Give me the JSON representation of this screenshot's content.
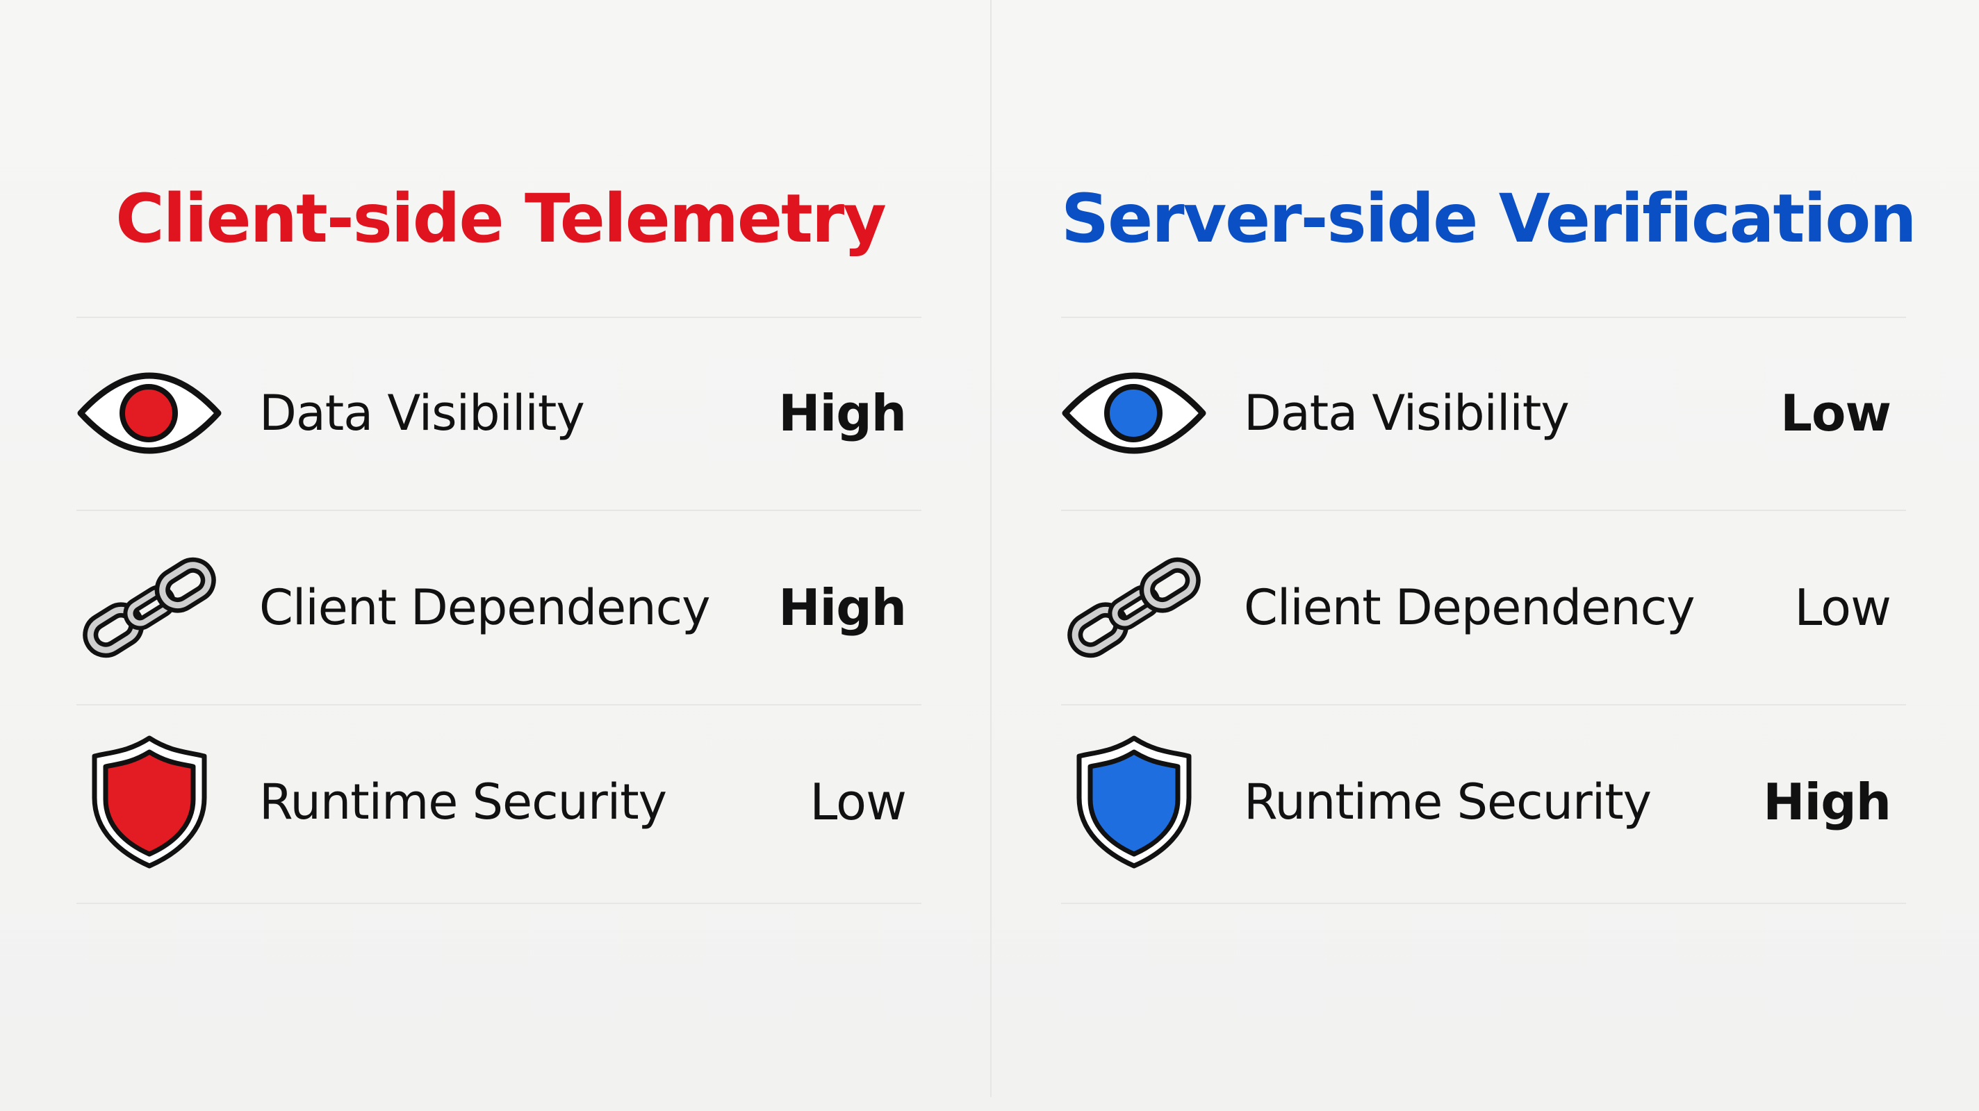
{
  "colors": {
    "left_accent": "#e0141f",
    "left_fill": "#e31b23",
    "right_accent": "#0a4fc4",
    "right_fill": "#1f6ee0",
    "outline": "#111111",
    "chain_fill": "#cfcfcf"
  },
  "left": {
    "title": "Client-side Telemetry",
    "rows": [
      {
        "icon": "eye-icon",
        "label": "Data Visibility",
        "value": "High",
        "emphasis": true
      },
      {
        "icon": "chain-link-icon",
        "label": "Client Dependency",
        "value": "High",
        "emphasis": true
      },
      {
        "icon": "shield-icon",
        "label": "Runtime Security",
        "value": "Low",
        "emphasis": false
      }
    ]
  },
  "right": {
    "title": "Server-side Verification",
    "rows": [
      {
        "icon": "eye-icon",
        "label": "Data Visibility",
        "value": "Low",
        "emphasis": true
      },
      {
        "icon": "chain-link-icon",
        "label": "Client Dependency",
        "value": "Low",
        "emphasis": false
      },
      {
        "icon": "shield-icon",
        "label": "Runtime Security",
        "value": "High",
        "emphasis": true
      }
    ]
  }
}
